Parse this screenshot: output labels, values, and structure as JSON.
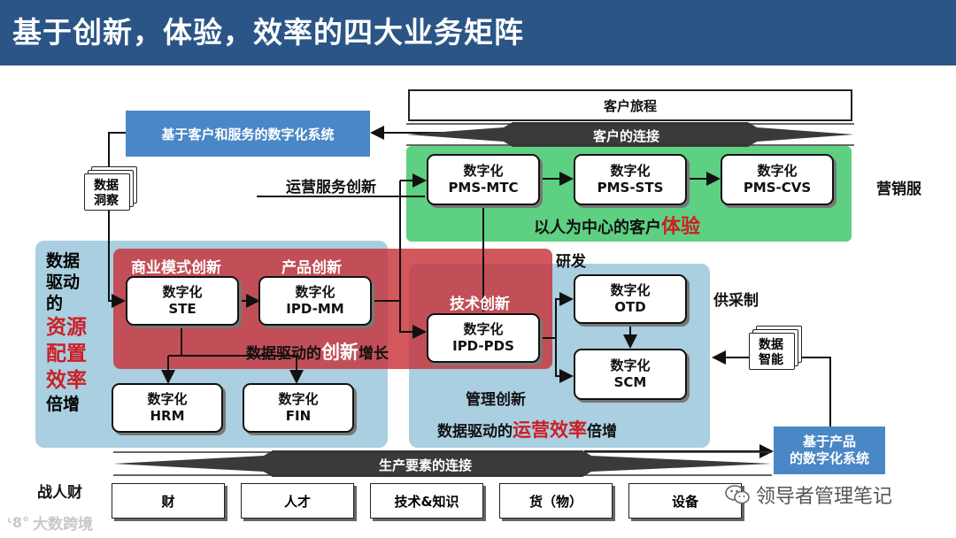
{
  "title": "基于创新，体验，效率的四大业务矩阵",
  "top": {
    "customer_journey": "客户旅程",
    "customer_connection": "客户的连接",
    "customer_system": "基于客户和服务的数字化系统",
    "data_insight": [
      "数据",
      "洞察"
    ],
    "ops_service_innovation": "运营服务创新",
    "marketing_label": "营销服"
  },
  "green": {
    "boxes": [
      {
        "line1": "数字化",
        "line2": "PMS-MTC"
      },
      {
        "line1": "数字化",
        "line2": "PMS-STS"
      },
      {
        "line1": "数字化",
        "line2": "PMS-CVS"
      }
    ],
    "caption_prefix": "以人为中心的客户",
    "caption_emph": "体验"
  },
  "left": {
    "side_label": {
      "l1": "数据",
      "l2": "驱动",
      "l3": "的",
      "emph1": "资源",
      "emph2": "配置",
      "emph3": "效率",
      "l4": "倍增"
    },
    "business_model_innovation": "商业模式创新",
    "product_innovation": "产品创新",
    "ste": {
      "line1": "数字化",
      "line2": "STE"
    },
    "ipd_mm": {
      "line1": "数字化",
      "line2": "IPD-MM"
    },
    "hrm": {
      "line1": "数字化",
      "line2": "HRM"
    },
    "fin": {
      "line1": "数字化",
      "line2": "FIN"
    },
    "growth_prefix": "数据驱动的",
    "growth_emph": "创新",
    "growth_suffix": "增长"
  },
  "right": {
    "rd_label": "研发",
    "tech_innovation": "技术创新",
    "ipd_pds": {
      "line1": "数字化",
      "line2": "IPD-PDS"
    },
    "otd": {
      "line1": "数字化",
      "line2": "OTD"
    },
    "scm": {
      "line1": "数字化",
      "line2": "SCM"
    },
    "supply_label": "供采制",
    "management_innovation": "管理创新",
    "ops_prefix": "数据驱动的",
    "ops_emph": "运营效率",
    "ops_suffix": "倍增",
    "data_intelligence": [
      "数据",
      "智能"
    ],
    "product_system": [
      "基于产品",
      "的数字化系统"
    ]
  },
  "bottom": {
    "production_connection": "生产要素的连接",
    "war_label": "战人财",
    "items": [
      "财",
      "人才",
      "技术&知识",
      "货（物）",
      "设备"
    ]
  },
  "watermarks": {
    "left": "大数跨境",
    "right": "领导者管理笔记"
  },
  "colors": {
    "header": "#2a5586",
    "emphasis_red": "#cc1f26",
    "green_region": "#5dd081",
    "blue_region": "#a9cfe0",
    "banner_blue": "#4a87c6"
  }
}
